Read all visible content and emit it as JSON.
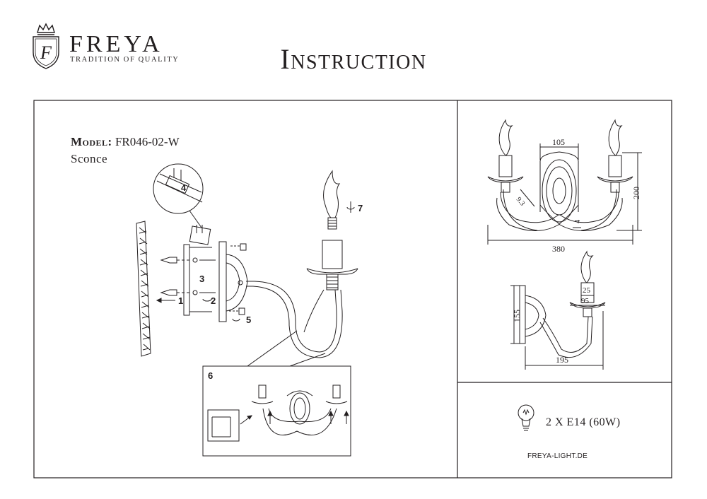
{
  "brand": {
    "logo_icon": "crowned-shield-logo-icon",
    "name": "FREYA",
    "tagline": "TRADITION OF QUALITY"
  },
  "title": "Instruction",
  "product": {
    "model_label": "Model:",
    "model_number": "FR046-02-W",
    "type": "Sconce"
  },
  "assembly_steps": [
    "1",
    "2",
    "3",
    "4",
    "5",
    "6",
    "7"
  ],
  "dimensions": {
    "front_width": "380",
    "plate_width": "105",
    "height": "200",
    "arm_a": "9.3",
    "arm_b": "4",
    "side_height": "155",
    "side_depth": "195",
    "cup_small": "25",
    "cup_large": "95"
  },
  "specs": {
    "bulb_icon": "light-bulb-icon",
    "lamps": "2 X E14 (60W)",
    "website": "FREYA-LIGHT.DE"
  },
  "colors": {
    "ink": "#231f20",
    "background": "#ffffff"
  }
}
